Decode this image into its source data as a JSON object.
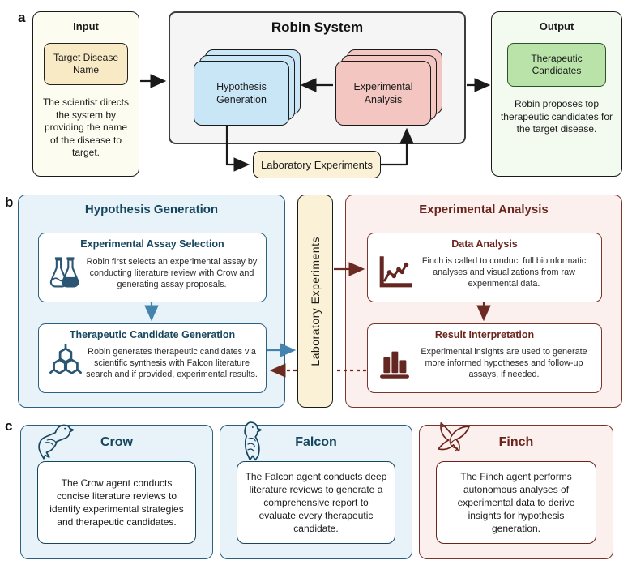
{
  "colors": {
    "black": "#1a1a1a",
    "navy": "#2e5f7e",
    "navy_text": "#16455e",
    "maroon": "#7a362c",
    "maroon_text": "#6b241c",
    "icon_maroon": "#632620",
    "blue_card": "#c9e6f7",
    "pink_card": "#f4c6c1",
    "light_blue": "#e8f3f9",
    "light_pink": "#fcf0ee",
    "cream": "#fdfcf0",
    "tan": "#f7eac5",
    "lab_tan": "#faf1d6",
    "light_green": "#f3faef",
    "green": "#b9e3a9",
    "arrow_blue": "#4383ad",
    "gray_panel": "#f5f5f6"
  },
  "panel_a": {
    "label": "a",
    "input": {
      "title": "Input",
      "box": "Target Disease Name",
      "description": "The scientist directs the system by providing the name of the disease to target."
    },
    "robin": {
      "title": "Robin System",
      "hypothesis_card": "Hypothesis Generation",
      "analysis_card": "Experimental Analysis",
      "lab_box": "Laboratory Experiments"
    },
    "output": {
      "title": "Output",
      "box": "Therapeutic Candidates",
      "description": "Robin proposes top therapeutic candidates for the target disease."
    }
  },
  "panel_b": {
    "label": "b",
    "hypothesis": {
      "title": "Hypothesis Generation",
      "steps": [
        {
          "title": "Experimental Assay Selection",
          "icon": "flasks-icon",
          "text": "Robin first selects an experimental assay by conducting literature review with Crow and generating assay proposals."
        },
        {
          "title": "Therapeutic Candidate Generation",
          "icon": "molecule-icon",
          "text": "Robin generates therapeutic candidates via scientific synthesis with Falcon literature search and if provided, experimental results."
        }
      ]
    },
    "lab_label": "Laboratory Experiments",
    "analysis": {
      "title": "Experimental Analysis",
      "steps": [
        {
          "title": "Data Analysis",
          "icon": "line-chart-icon",
          "text": "Finch is called to conduct full bioinformatic analyses and visualizations from raw experimental data."
        },
        {
          "title": "Result Interpretation",
          "icon": "bar-chart-icon",
          "text": "Experimental insights are used to generate more informed hypotheses and follow-up assays, if needed."
        }
      ]
    }
  },
  "panel_c": {
    "label": "c",
    "agents": [
      {
        "name": "Crow",
        "icon": "crow-icon",
        "text": "The Crow agent conducts concise literature reviews to identify experimental strategies and therapeutic candidates."
      },
      {
        "name": "Falcon",
        "icon": "falcon-icon",
        "text": "The Falcon agent conducts deep literature reviews to generate a comprehensive report to evaluate every therapeutic candidate."
      },
      {
        "name": "Finch",
        "icon": "finch-icon",
        "text": "The Finch agent performs autonomous analyses of experimental data to derive insights for hypothesis generation."
      }
    ]
  }
}
